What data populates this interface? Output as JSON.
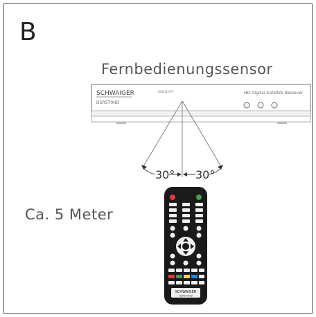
{
  "panel": {
    "label": "B"
  },
  "labels": {
    "sensor": "Fernbedienungssensor",
    "distance": "Ca. 5 Meter",
    "angle_left": "30°",
    "angle_right": "30°"
  },
  "receiver": {
    "brand": "SCHWAIGER",
    "model": "DSR570HD",
    "center_text": "USB IN OFF",
    "description": "HD Digital Satellite Receiver"
  },
  "remote": {
    "brand": "SCHWAIGER",
    "model": "DSR570HD"
  },
  "colors": {
    "frame": "#555555",
    "text": "#555555",
    "remote_body": "#1a1a1a",
    "remote_button": "#f0f0f0",
    "red": "#e53935",
    "green": "#43a047",
    "yellow": "#fdd835",
    "blue": "#1e88e5"
  }
}
